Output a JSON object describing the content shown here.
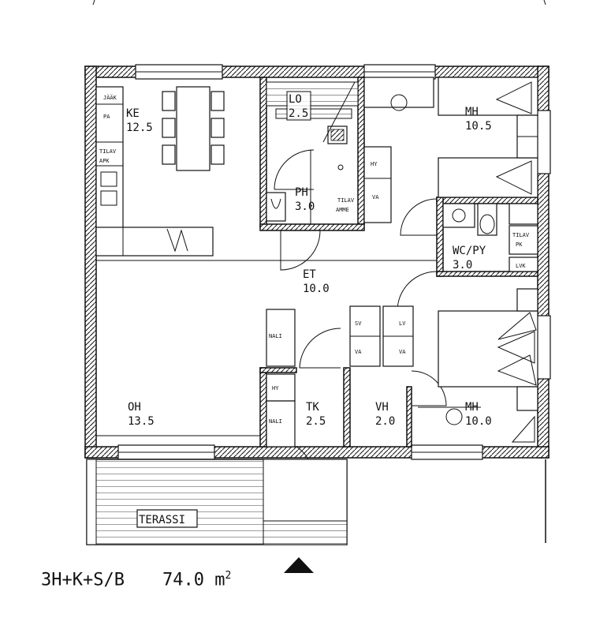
{
  "rooms": {
    "ke": {
      "name": "KE",
      "area": "12.5"
    },
    "lo": {
      "name": "LO",
      "area": "2.5"
    },
    "mh1": {
      "name": "MH",
      "area": "10.5"
    },
    "ph": {
      "name": "PH",
      "area": "3.0"
    },
    "wcpy": {
      "name": "WC/PY",
      "area": "3.0"
    },
    "et": {
      "name": "ET",
      "area": "10.0"
    },
    "oh": {
      "name": "OH",
      "area": "13.5"
    },
    "tk": {
      "name": "TK",
      "area": "2.5"
    },
    "vh": {
      "name": "VH",
      "area": "2.0"
    },
    "mh2": {
      "name": "MH",
      "area": "10.0"
    }
  },
  "small_labels": {
    "kitchen_top1": "JÄÄK",
    "kitchen_top2": "PA",
    "kitchen_tilav": "TILAV",
    "kitchen_apk": "APK",
    "ph_hy": "HY",
    "ph_va": "VA",
    "ph_tilav": "TILAV",
    "ph_amme": "AMME",
    "wc_tilav": "TILAV",
    "wc_pk": "PK",
    "wc_lvk": "LVK",
    "closet_sv": "SV",
    "closet_lv": "LV",
    "closet_va1": "VA",
    "closet_va2": "VA",
    "tk_nali1": "NALI",
    "tk_hy": "HY",
    "tk_nali2": "NALI"
  },
  "terrace": "TERASSI",
  "summary": {
    "type": "3H+K+S/B",
    "area": "74.0",
    "unit": "m",
    "unit_exp": "2"
  }
}
